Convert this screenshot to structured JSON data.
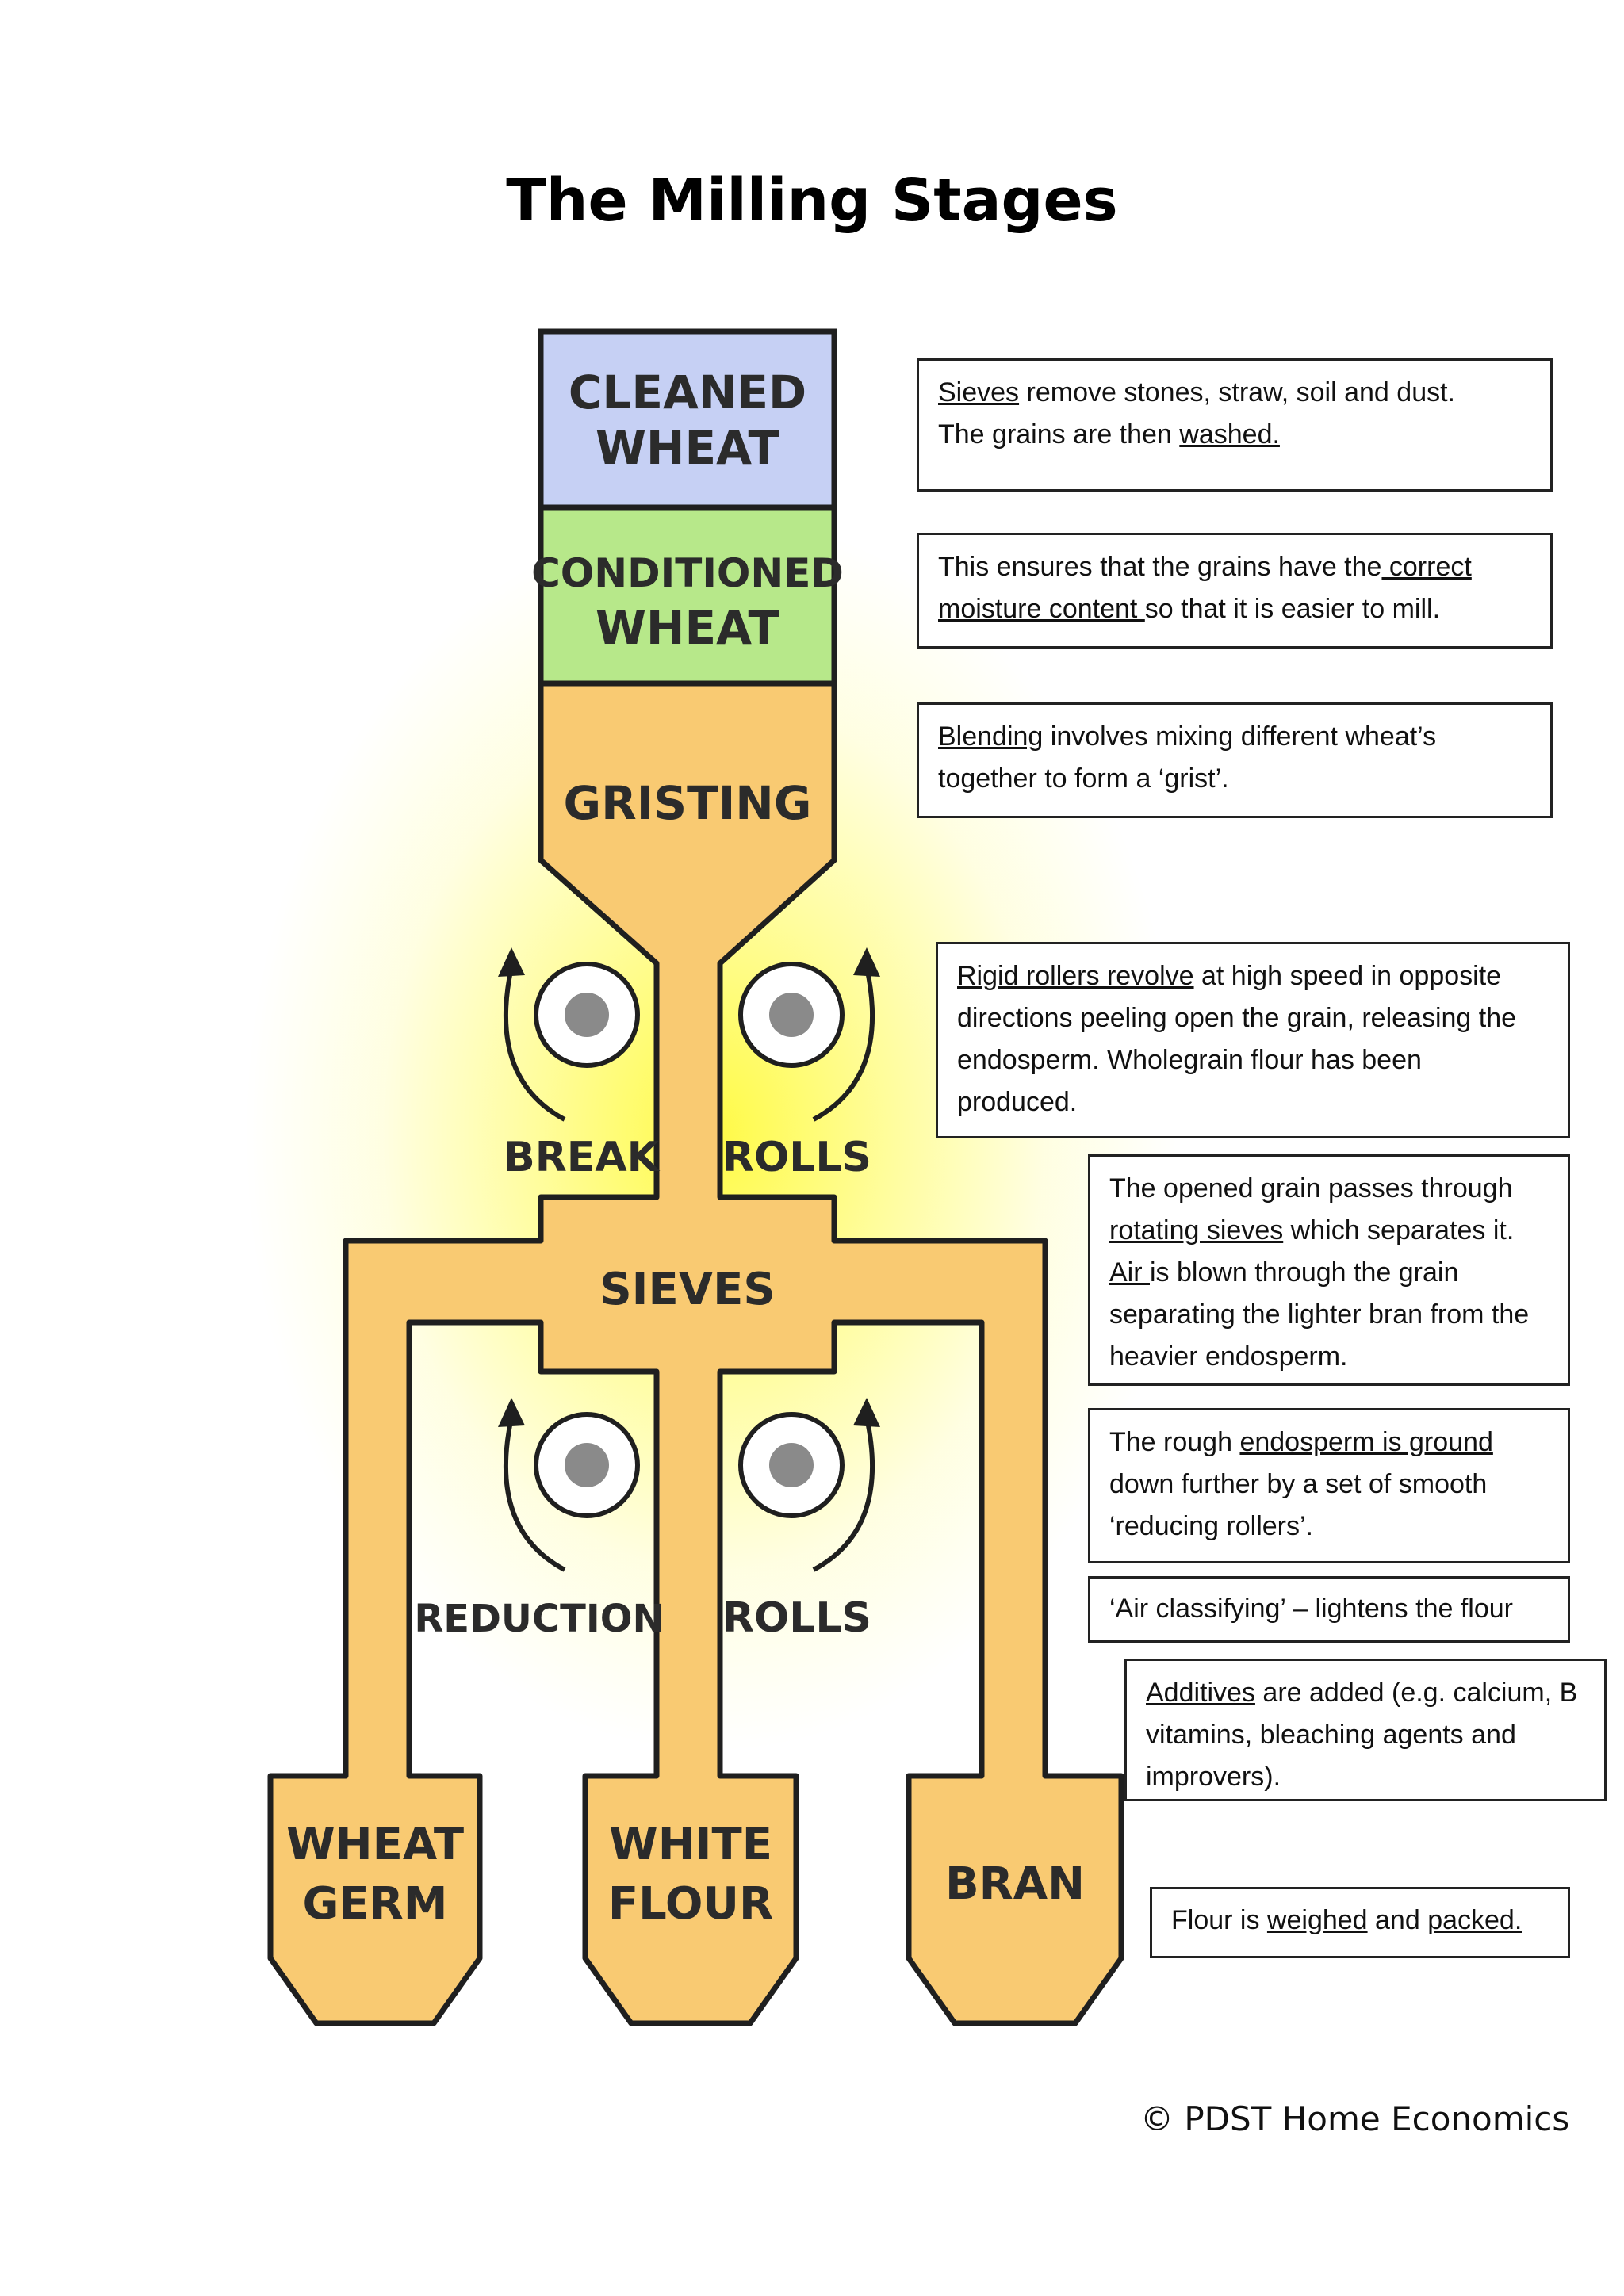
{
  "title": "The Milling Stages",
  "stages": {
    "cleaned": [
      "CLEANED",
      "WHEAT"
    ],
    "conditioned": [
      "CONDITIONED",
      "WHEAT"
    ],
    "gristing": "GRISTING",
    "break_label": "BREAK",
    "break_rolls_label": "ROLLS",
    "sieves": "SIEVES",
    "reduction_label": "REDUCTION",
    "reduction_rolls_label": "ROLLS",
    "outputs": {
      "germ": [
        "WHEAT",
        "GERM"
      ],
      "flour": [
        "WHITE",
        "FLOUR"
      ],
      "bran": "BRAN"
    }
  },
  "notes": {
    "cleaning": {
      "p1_u": "Sieves",
      "p1": " remove stones, straw, soil and dust.",
      "p2": "The grains are then ",
      "p2_u": "washed."
    },
    "conditioning": {
      "p1": "This ensures that the grains have the",
      "p1_u": " correct moisture content ",
      "p2": "so that it is easier to mill."
    },
    "gristing": {
      "p1_u": "Blending",
      "p1": " involves mixing different wheat’s together to form a ‘grist’."
    },
    "break_rolls": {
      "p1_u": "Rigid rollers revolve",
      "p1": " at high speed in opposite directions peeling open the grain, releasing the endosperm. Wholegrain flour has been produced."
    },
    "sieving": {
      "p1": "The opened grain passes through ",
      "p1_u": "rotating sieves",
      "p2": " which separates it. ",
      "p2_u": "Air ",
      "p3": "is blown through the grain separating the lighter bran from the heavier endosperm."
    },
    "reduction": {
      "p1": "The rough ",
      "p1_u": "endosperm is ground",
      "p2": " down further by a set of smooth ‘reducing rollers’."
    },
    "air_classifying": {
      "p1": "‘Air classifying’ – lightens the flour"
    },
    "additives": {
      "p1_u": "Additives",
      "p1": " are added (e.g. calcium, B vitamins, bleaching agents and improvers)."
    },
    "packing": {
      "p1": "Flour is ",
      "p1_u": "weighed",
      "p2": " and ",
      "p2_u": "packed."
    }
  },
  "copyright": "© PDST Home Economics",
  "colors": {
    "cleaned_fill": "#c6d0f4",
    "conditioned_fill": "#b7e88a",
    "body_fill": "#f9ca72",
    "outline": "#1f1f1f",
    "roller_center": "#8a8a8a",
    "glow": "#fff64a"
  }
}
